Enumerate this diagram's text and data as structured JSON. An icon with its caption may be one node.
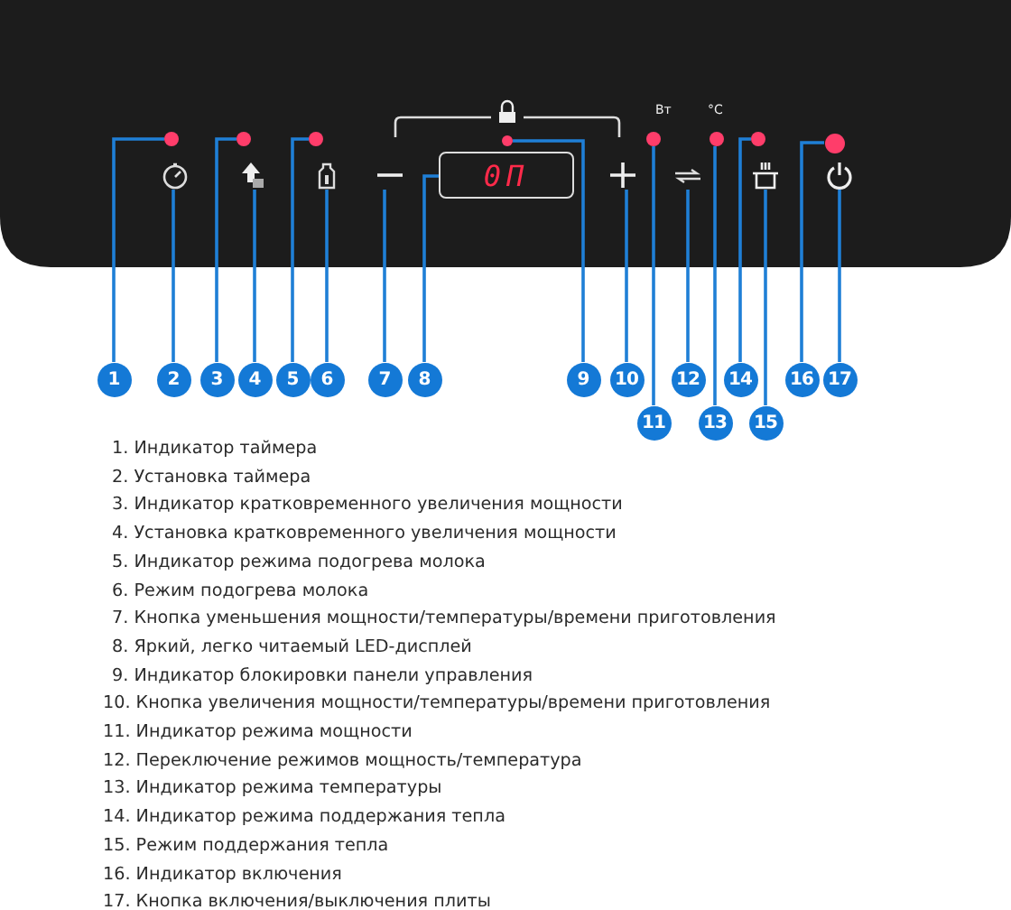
{
  "diagram": {
    "nodes": [
      {
        "text": [
          "1"
        ]
      },
      {
        "text": [
          "2"
        ]
      },
      {
        "text": [
          "3"
        ]
      },
      {
        "text": [
          "4"
        ]
      },
      {
        "text": [
          "5"
        ]
      },
      {
        "text": [
          "6"
        ]
      },
      {
        "text": [
          "7"
        ]
      },
      {
        "text": [
          "8"
        ]
      },
      {
        "text": [
          "9"
        ]
      },
      {
        "text": [
          "10"
        ]
      },
      {
        "text": [
          "11"
        ]
      },
      {
        "text": [
          "12"
        ]
      },
      {
        "text": [
          "13"
        ]
      },
      {
        "text": [
          "14"
        ]
      },
      {
        "text": [
          "15"
        ]
      },
      {
        "text": [
          "16"
        ]
      },
      {
        "text": [
          "17"
        ]
      },
      {
        "text": [],
        "shape": "circle"
      },
      {
        "text": [],
        "shape": "picture"
      },
      {
        "text": [],
        "shape": "circle"
      },
      {
        "text": [],
        "shape": "picture"
      },
      {
        "text": [],
        "shape": "circle"
      },
      {
        "text": [],
        "shape": "picture"
      },
      {
        "text": [],
        "shape": "picture"
      },
      {
        "text": [
          "0П"
        ]
      },
      {
        "text": [],
        "shape": "circle"
      },
      {
        "text": [],
        "shape": "picture"
      },
      {
        "text": [],
        "shape": "circle"
      },
      {
        "text": [],
        "shape": "picture"
      },
      {
        "text": [],
        "shape": "circle"
      },
      {
        "text": [],
        "shape": "circle"
      },
      {
        "text": [],
        "shape": "picture"
      },
      {
        "text": [],
        "shape": "circle"
      },
      {
        "text": [],
        "shape": "picture"
      }
    ],
    "edges": [
      {
        "from": 0,
        "to": 17,
        "arrow": "none"
      },
      {
        "from": 1,
        "to": 18,
        "arrow": "none"
      },
      {
        "from": 2,
        "to": 19,
        "arrow": "none"
      },
      {
        "from": 3,
        "to": 20,
        "arrow": "none"
      },
      {
        "from": 4,
        "to": 21,
        "arrow": "none"
      },
      {
        "from": 5,
        "to": 22,
        "arrow": "none"
      },
      {
        "from": 6,
        "to": 23,
        "arrow": "none"
      },
      {
        "from": 7,
        "to": 24,
        "arrow": "none"
      },
      {
        "from": 8,
        "to": 25,
        "arrow": "none"
      },
      {
        "from": 9,
        "to": 26,
        "arrow": "none"
      },
      {
        "from": 10,
        "to": 27,
        "arrow": "none"
      },
      {
        "from": 11,
        "to": 28,
        "arrow": "none"
      },
      {
        "from": 12,
        "to": 29,
        "arrow": "none"
      },
      {
        "from": 13,
        "to": 30,
        "arrow": "none"
      },
      {
        "from": 14,
        "to": 31,
        "arrow": "none"
      },
      {
        "from": 15,
        "to": 32,
        "arrow": "none"
      },
      {
        "from": 16,
        "to": 33,
        "arrow": "none"
      }
    ],
    "labels": [
      "Вт",
      "°C",
      "1. Индикатор таймера",
      "2. Установка таймера",
      "3. Индикатор кратковременного увеличения мощности",
      "4. Установка кратковременного увеличения мощности",
      "5. Индикатор режима подогрева молока",
      "6. Режим подогрева молока",
      "7. Кнопка уменьшения мощности/температуры/времени приготовления",
      "8. Яркий, легко читаемый LED-дисплей",
      "9. Индикатор блокировки панели управления",
      "10. Кнопка увеличения мощности/температуры/времени приготовления",
      "11. Индикатор режима мощности",
      "12. Переключение режимов мощность/температура",
      "13. Индикатор режима температуры",
      "14. Индикатор режима поддержания тепла",
      "15. Режим поддержания тепла",
      "16. Индикатор включения",
      "17. Кнопка включения/выключения плиты"
    ]
  }
}
